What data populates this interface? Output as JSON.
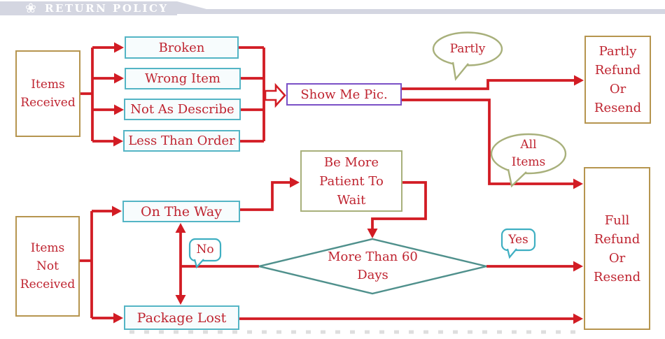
{
  "header": {
    "flower_icon": "❀",
    "title": "RETURN POLICY",
    "bar_color": "#d4d6e1"
  },
  "colors": {
    "arrow_red": "#d21c24",
    "text_red": "#bf2430",
    "reason_box_border": "#54b5c5",
    "outcome_box_border": "#b6954f",
    "show_me_pic_border": "#7a50c6",
    "patient_box_border": "#a8b07b",
    "decision_border": "#4f908c",
    "yes_no_border": "#3fafc2",
    "bubble_border": "#a8b07b"
  },
  "flowchart": {
    "items_received": "Items\nReceived",
    "reasons": [
      "Broken",
      "Wrong Item",
      "Not As Describe",
      "Less Than Order"
    ],
    "show_me_pic": "Show Me Pic.",
    "partly_bubble": "Partly",
    "all_items_bubble": "All\nItems",
    "partly_refund": "Partly\nRefund\nOr\nResend",
    "full_refund": "Full\nRefund\nOr\nResend",
    "items_not_received": "Items\nNot\nReceived",
    "on_the_way": "On The Way",
    "be_more_patient": "Be More\nPatient To\nWait",
    "decision": "More Than 60\nDays",
    "package_lost": "Package Lost",
    "no_label": "No",
    "yes_label": "Yes"
  }
}
